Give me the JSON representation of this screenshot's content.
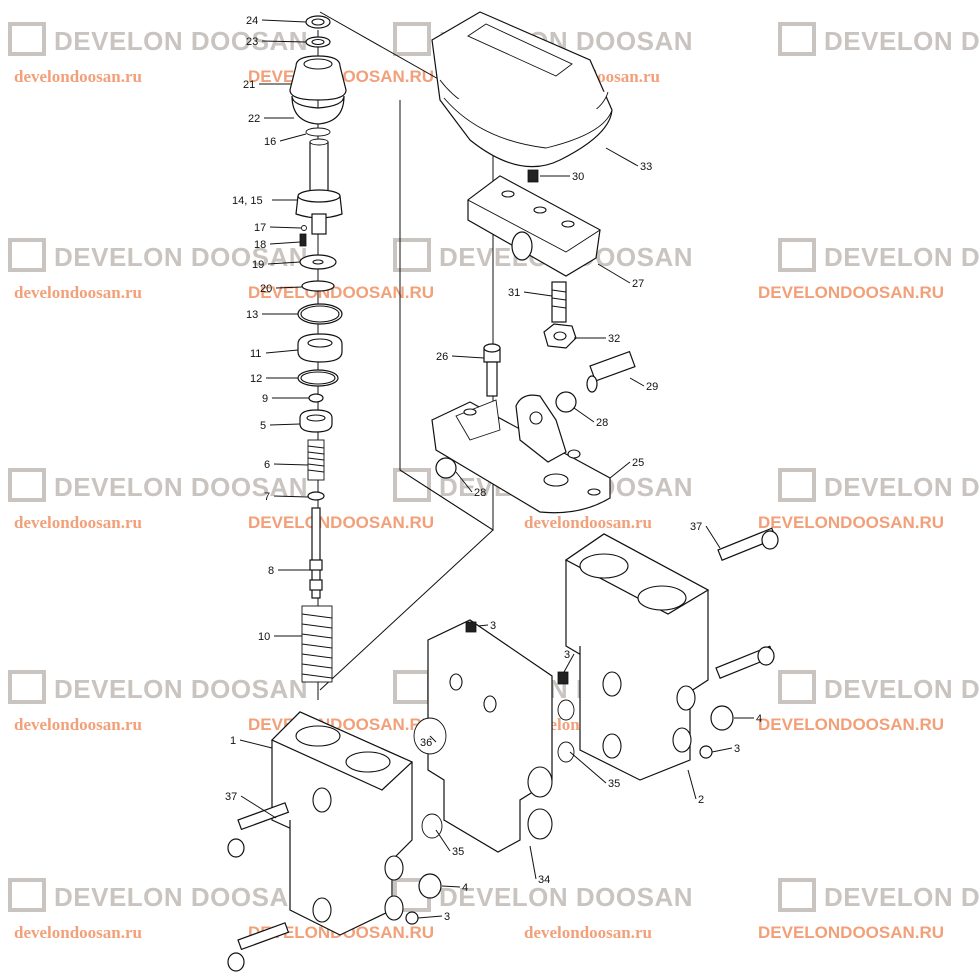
{
  "watermarks": {
    "logo_text": "DEVELON DOOSAN",
    "url_lower": "develondoosan.ru",
    "url_upper": "DEVELONDOOSAN.RU",
    "logo_color": "#c9c4c0",
    "url_color": "#f2a07a"
  },
  "part_labels": [
    "24",
    "23",
    "21",
    "22",
    "16",
    "14, 15",
    "17",
    "18",
    "19",
    "20",
    "13",
    "11",
    "12",
    "9",
    "5",
    "6",
    "7",
    "8",
    "10",
    "1",
    "37",
    "33",
    "30",
    "27",
    "31",
    "32",
    "26",
    "29",
    "28",
    "25",
    "28",
    "37",
    "3",
    "3",
    "4",
    "3",
    "36",
    "35",
    "35",
    "2",
    "4",
    "3",
    "34"
  ]
}
